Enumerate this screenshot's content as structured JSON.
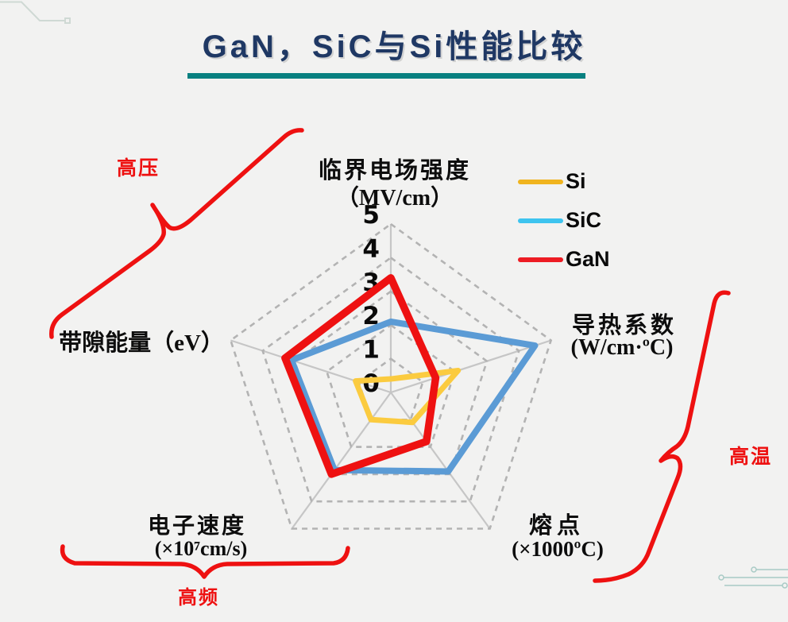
{
  "title": {
    "text": "GaN，SiC与Si性能比较",
    "color": "#1F3864",
    "underline_color": "#088080"
  },
  "legend": {
    "items": [
      {
        "label": "Si",
        "color": "#F0B41E"
      },
      {
        "label": "SiC",
        "color": "#3EC4EF"
      },
      {
        "label": "GaN",
        "color": "#ED1C24"
      }
    ]
  },
  "annotations": {
    "high_voltage": "高压",
    "high_temperature": "高温",
    "high_frequency": "高频",
    "color": "#EE1111"
  },
  "chart_data": {
    "type": "radar",
    "axes": [
      {
        "name": "临界电场强度",
        "unit": "（MV/cm）"
      },
      {
        "name": "导热系数",
        "unit": "(W/cm·ºC)"
      },
      {
        "name": "熔点",
        "unit": "(×1000ºC)"
      },
      {
        "name": "电子速度",
        "unit": "(×10⁷cm/s)"
      },
      {
        "name": "带隙能量（eV）",
        "unit": ""
      }
    ],
    "range": [
      0,
      5
    ],
    "ticks": [
      0,
      1,
      2,
      3,
      4,
      5
    ],
    "grid": {
      "ring_style": "dashed",
      "ring_color": "#b3b3b3",
      "spoke_color": "#c6c6c6"
    },
    "legend_position": "top-right",
    "series": [
      {
        "name": "Si",
        "color": "#FBCB3F",
        "values": [
          0.4,
          2.1,
          1.1,
          1.0,
          1.1
        ]
      },
      {
        "name": "SiC",
        "color": "#5B9BD5",
        "values": [
          2.1,
          4.5,
          2.9,
          2.85,
          3.1
        ]
      },
      {
        "name": "GaN",
        "color": "#EE1111",
        "values": [
          3.4,
          1.4,
          1.8,
          3.0,
          3.3
        ]
      }
    ]
  }
}
